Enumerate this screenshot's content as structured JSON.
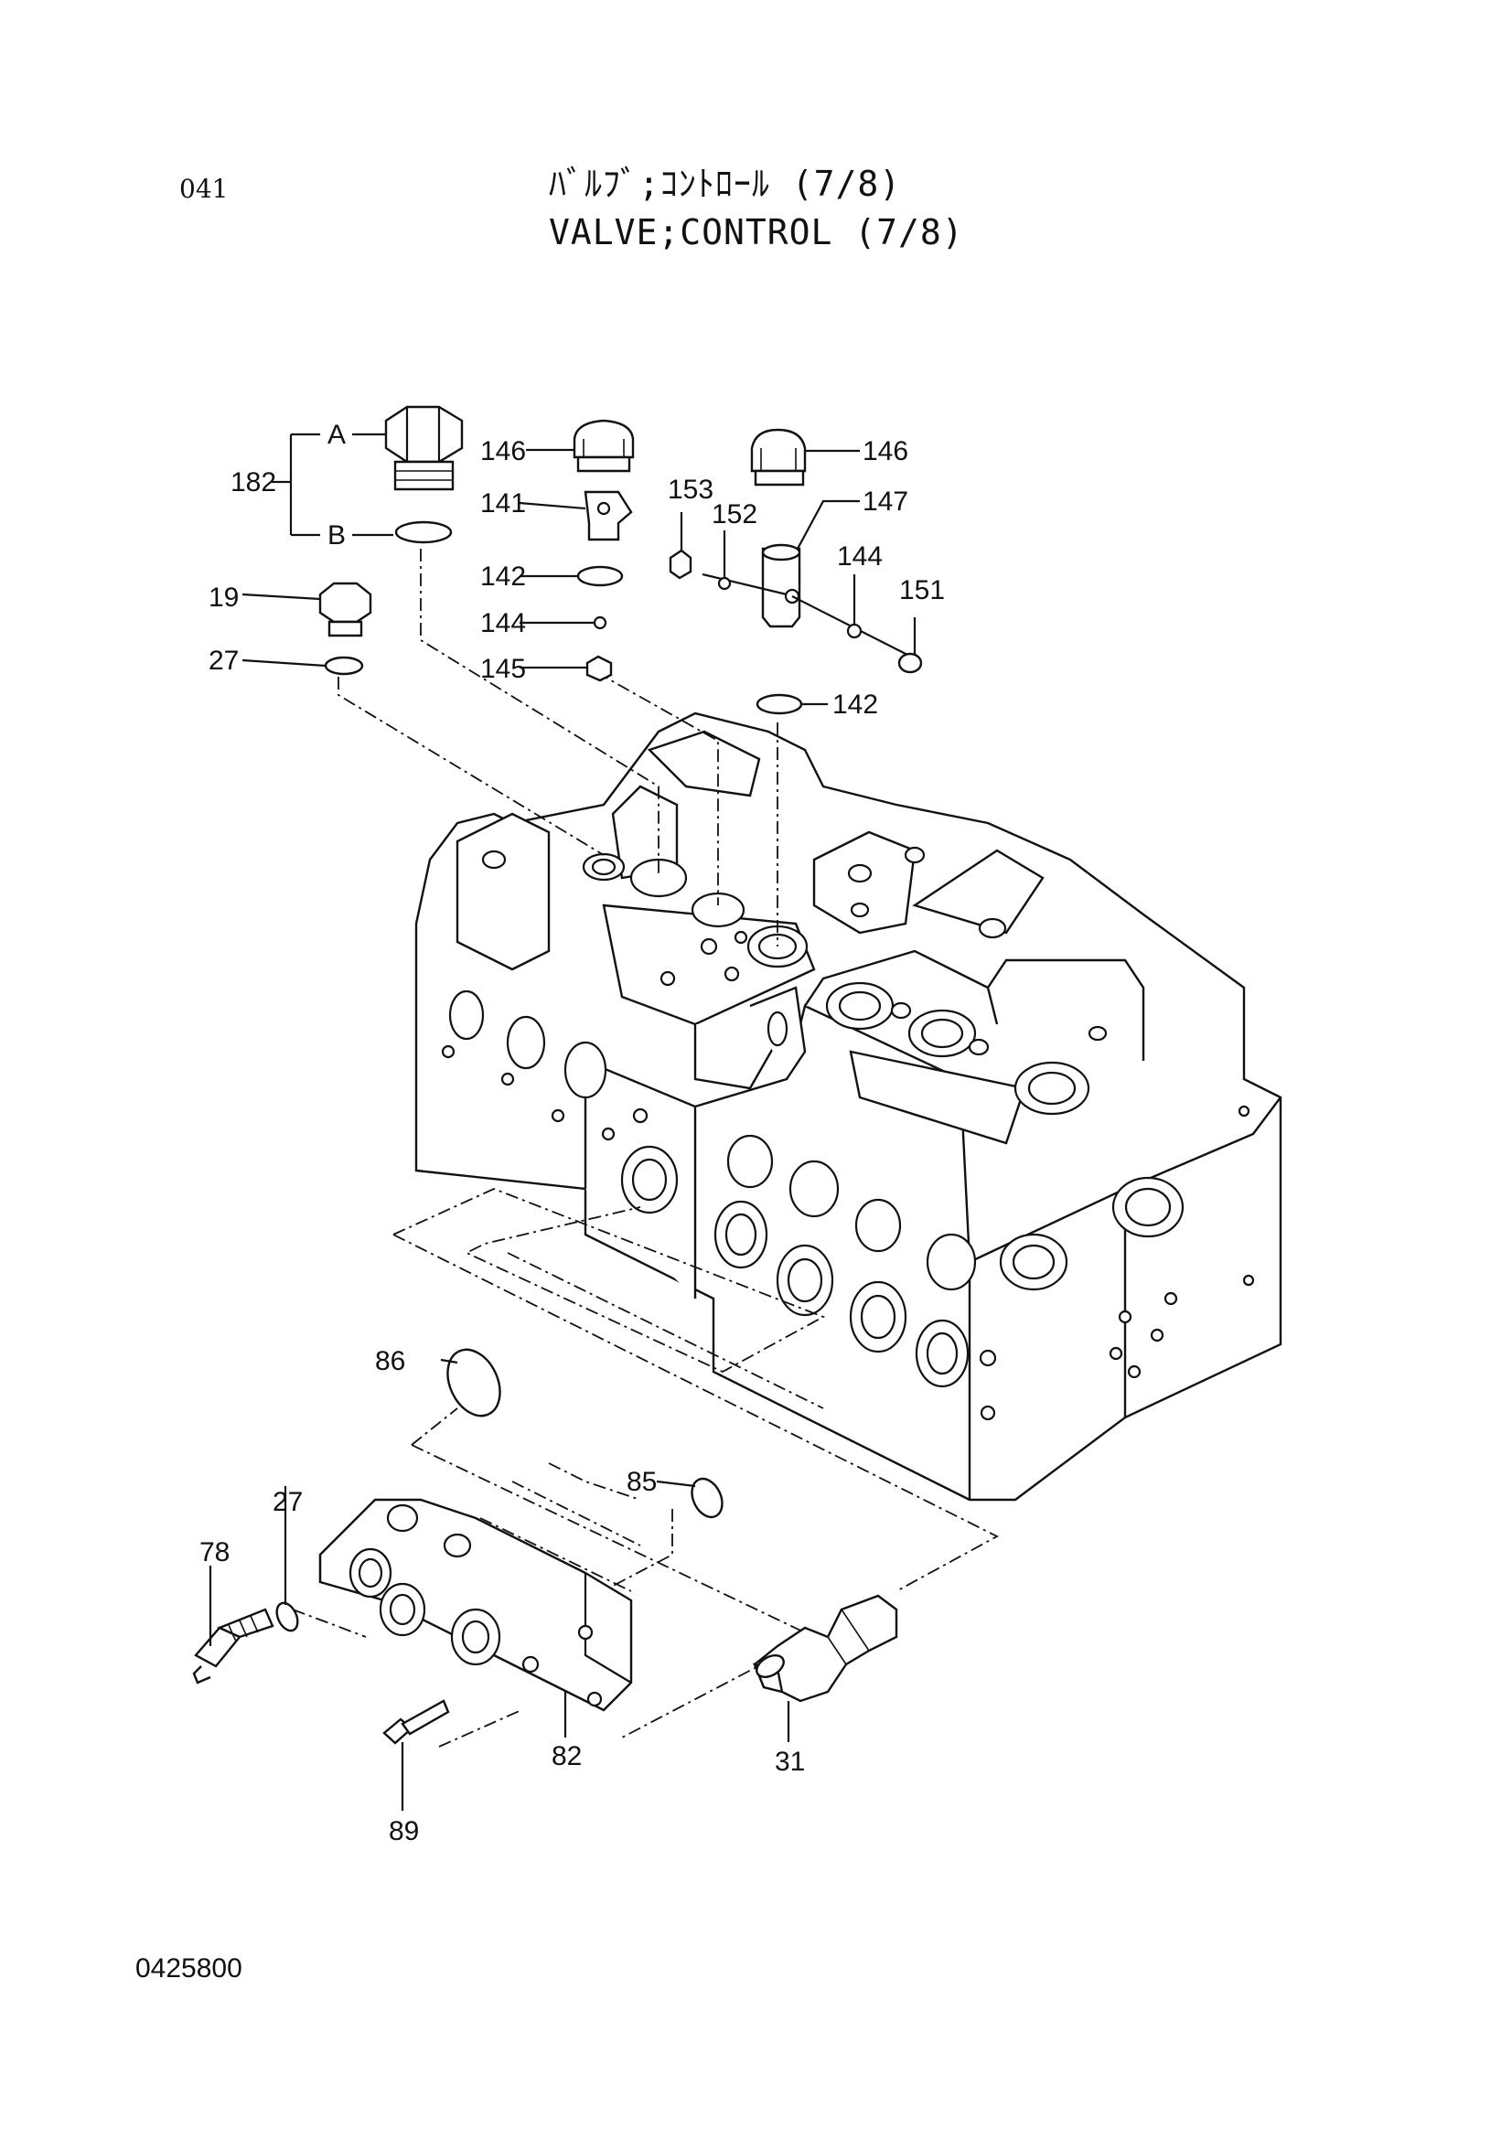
{
  "page": {
    "page_id": "041",
    "title_jp": "ﾊﾞﾙﾌﾞ;ｺﾝﾄﾛｰﾙ (7/8)",
    "title_en": "VALVE;CONTROL (7/8)",
    "drawing_number": "0425800"
  },
  "callouts": {
    "c182": "182",
    "cA": "A",
    "cB": "B",
    "c19": "19",
    "c27_top": "27",
    "c146_left": "146",
    "c141": "141",
    "c142_left": "142",
    "c144_left": "144",
    "c145": "145",
    "c146_right": "146",
    "c147": "147",
    "c153": "153",
    "c152": "152",
    "c144_right": "144",
    "c151": "151",
    "c142_right": "142",
    "c86": "86",
    "c85": "85",
    "c27_bottom": "27",
    "c78": "78",
    "c82": "82",
    "c89": "89",
    "c31": "31"
  }
}
